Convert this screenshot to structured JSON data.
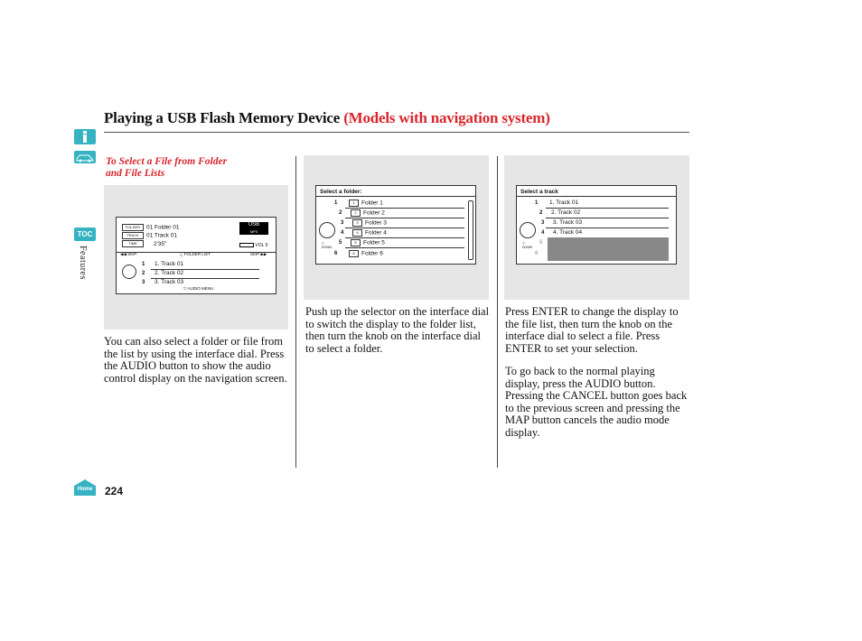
{
  "page": {
    "title_main": "Playing a USB Flash Memory Device",
    "title_sub": "(Models with navigation system)",
    "subheading": "To Select a File from Folder and File Lists",
    "section_label": "Features",
    "toc_label": "TOC",
    "home_label": "Home",
    "page_number": "224",
    "brand_color": "#d8262c",
    "tab_color": "#35b3c2"
  },
  "figure1": {
    "folder_tag": "FOLDER",
    "track_tag": "TRACK",
    "time_tag": "TIME",
    "folder_value": "01 Folder 01",
    "track_value": "01 Track 01",
    "time_value": "2'35\"",
    "usb_label": "USB",
    "mp3_label": "MP3",
    "vol_label": "VOL",
    "vol_value": "9",
    "skip_left": "SKIP",
    "skip_right": "SKIP",
    "folder_list": "FOLDER LIST",
    "audio_menu": "AUDIO MENU",
    "rows": [
      {
        "num": "1",
        "text": "1. Track 01"
      },
      {
        "num": "2",
        "text": "2. Track 02"
      },
      {
        "num": "3",
        "text": "3. Track 03"
      }
    ]
  },
  "figure2": {
    "header": "Select a folder:",
    "down_label": "DOWN",
    "rows": [
      {
        "num": "1",
        "icon": "1",
        "text": "Folder 1"
      },
      {
        "num": "2",
        "icon": "2",
        "text": "Folder 2"
      },
      {
        "num": "3",
        "icon": "3",
        "text": "Folder 3"
      },
      {
        "num": "4",
        "icon": "4",
        "text": "Folder 4"
      },
      {
        "num": "5",
        "icon": "5",
        "text": "Folder 5"
      },
      {
        "num": "6",
        "icon": "6",
        "text": "Folder 6"
      }
    ]
  },
  "figure3": {
    "header": "Select a track",
    "down_label": "DOWN",
    "rows": [
      {
        "num": "1",
        "text": "1. Track 01"
      },
      {
        "num": "2",
        "text": "2. Track 02"
      },
      {
        "num": "3",
        "text": "3. Track 03"
      },
      {
        "num": "4",
        "text": "4. Track 04"
      },
      {
        "num": "5",
        "text": ""
      },
      {
        "num": "6",
        "text": ""
      }
    ]
  },
  "col1_text": "You can also select a folder or file from the list by using the interface dial. Press the AUDIO button to show the audio control display on the navigation screen.",
  "col2_text": "Push up the selector on the interface dial to switch the display to the folder list, then turn the knob on the interface dial to select a folder.",
  "col3_text1": "Press ENTER to change the display to the file list, then turn the knob on the interface dial to select a file. Press ENTER to set your selection.",
  "col3_text2": "To go back to the normal playing display, press the AUDIO button. Pressing the CANCEL button goes back to the previous screen and pressing the MAP button cancels the audio mode display."
}
